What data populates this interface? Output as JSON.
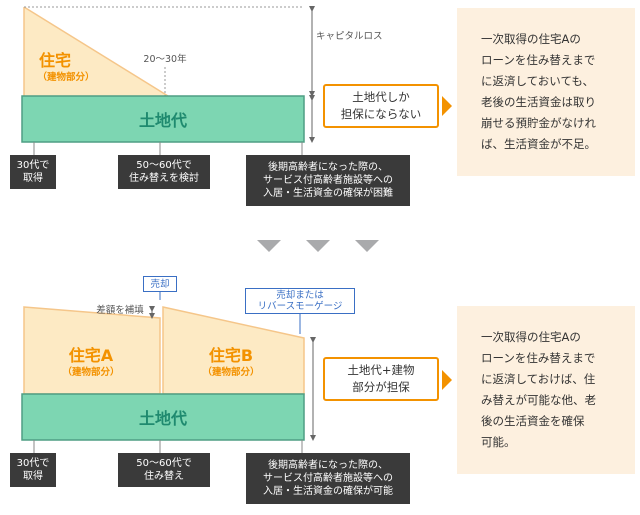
{
  "top": {
    "house_title": "住宅",
    "house_sub": "（建物部分）",
    "land_label": "土地代",
    "years_label": "20〜30年",
    "capital_loss_label": "キャピタルロス",
    "collateral_label": "土地代しか\n担保にならない",
    "tags": [
      "30代で\n取得",
      "50〜60代で\n住み替えを検討",
      "後期高齢者になった際の、\nサービス付高齢者施設等への\n入居・生活資金の確保が困難"
    ],
    "note": "一次取得の住宅Aの\nローンを住み替えまで\nに返済しておいても、\n老後の生活資金は取り\n崩せる預貯金がなけれ\nば、生活資金が不足。"
  },
  "bottom": {
    "house_a_title": "住宅A",
    "house_a_sub": "（建物部分）",
    "house_b_title": "住宅B",
    "house_b_sub": "（建物部分）",
    "land_label": "土地代",
    "sale_label": "売却",
    "sale_or_reverse_label": "売却または\nリバースモーゲージ",
    "difference_label": "差額を補填",
    "collateral_label": "土地代+建物\n部分が担保",
    "tags": [
      "30代で\n取得",
      "50〜60代で\n住み替え",
      "後期高齢者になった際の、\nサービス付高齢者施設等への\n入居・生活資金の確保が可能"
    ],
    "note": "一次取得の住宅Aの\nローンを住み替えまで\nに返済しておけば、住\nみ替えが可能な他、老\n後の生活資金を確保\n可能。"
  },
  "colors": {
    "house_fill": "#fdeac4",
    "house_stroke": "#f5c68a",
    "house_text": "#f39200",
    "land_fill": "#7dd6b2",
    "land_stroke": "#4e9e84",
    "land_text": "#1f8a6f",
    "tag_bg": "#3a3a3a",
    "note_bg": "#fdf0df",
    "box_border": "#f39200",
    "sale_border": "#3a6fc4",
    "chevron": "#a9aaac"
  }
}
